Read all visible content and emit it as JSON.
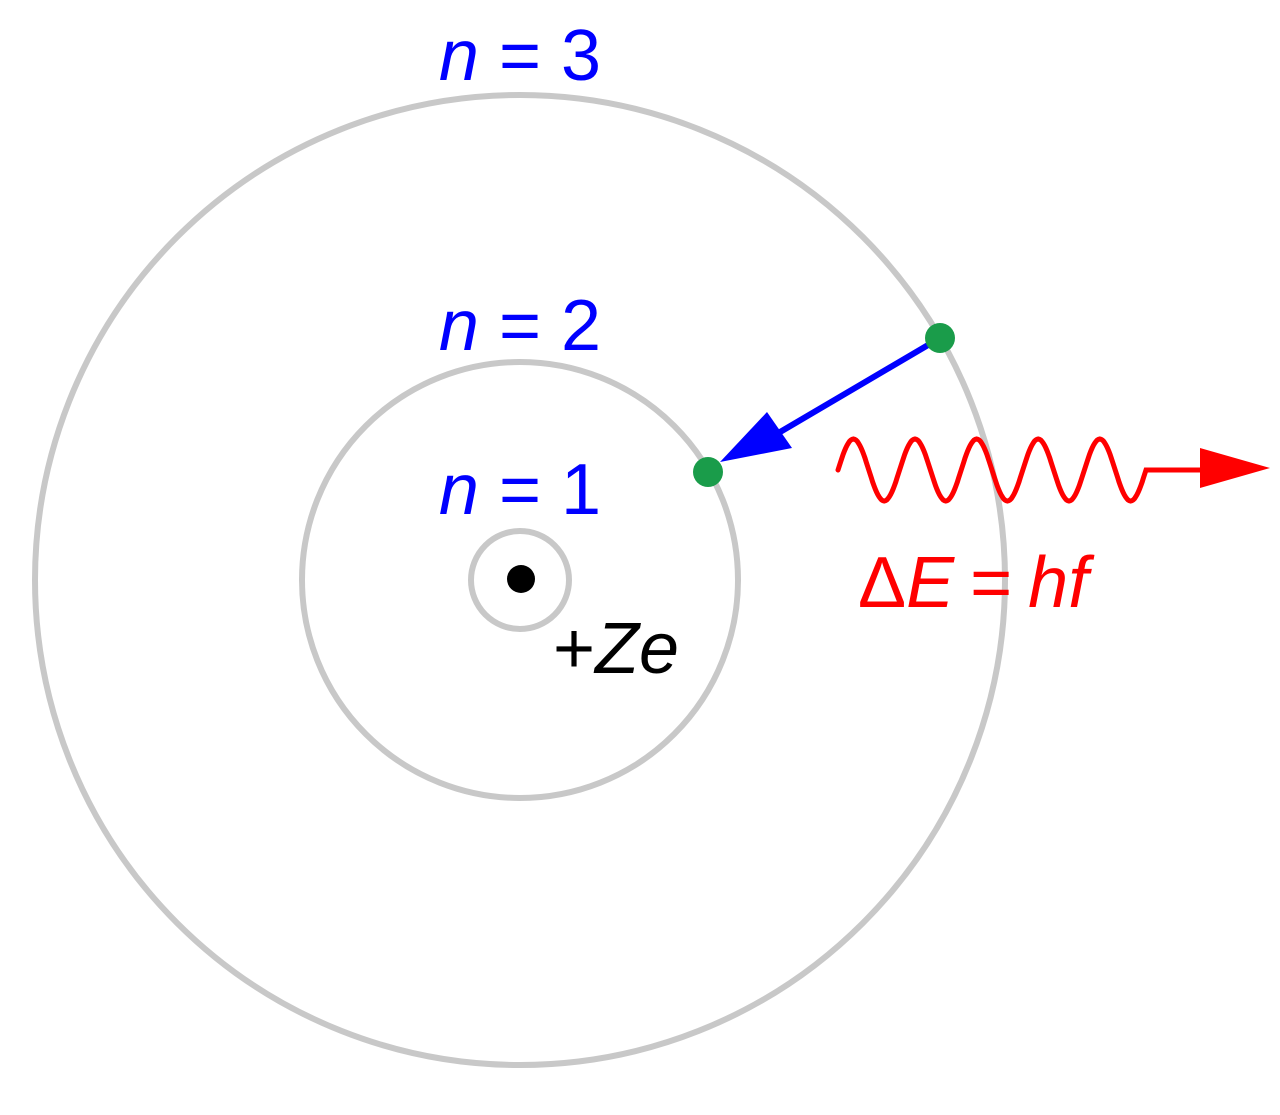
{
  "orbits": [
    {
      "level": "n",
      "num": "1"
    },
    {
      "level": "n",
      "num": "2"
    },
    {
      "level": "n",
      "num": "3"
    }
  ],
  "nucleus": {
    "plus": "+",
    "Z": "Z",
    "e": "e"
  },
  "photon": {
    "delta": "Δ",
    "E": "E",
    "eq": "=",
    "hf": "hf"
  },
  "colors": {
    "orbit": "#c8c8c8",
    "label": "#0000ff",
    "electron": "#1a9c4a",
    "transition_arrow": "#0000ff",
    "photon": "#ff0000",
    "nucleus": "#000000"
  },
  "icons": {
    "electron": "green-dot",
    "nucleus": "black-dot",
    "photon": "wavy-arrow"
  }
}
